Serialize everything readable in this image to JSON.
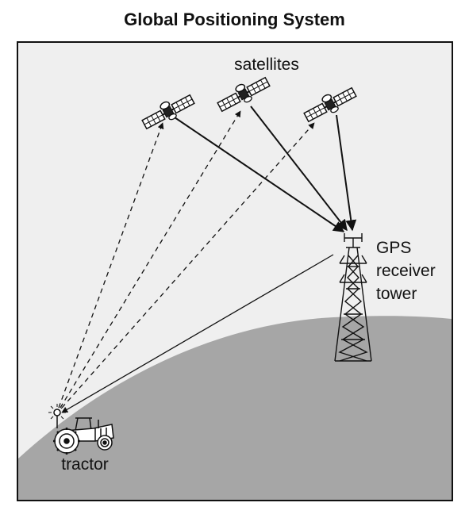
{
  "title": "Global Positioning System",
  "labels": {
    "satellites": "satellites",
    "receiver": [
      "GPS",
      "receiver",
      "tower"
    ],
    "tractor": "tractor"
  },
  "colors": {
    "ground": "#a6a6a6",
    "sky": "#efefef",
    "ink": "#111111"
  },
  "icons": [
    "satellite-icon",
    "receiver-tower-icon",
    "tractor-icon"
  ]
}
